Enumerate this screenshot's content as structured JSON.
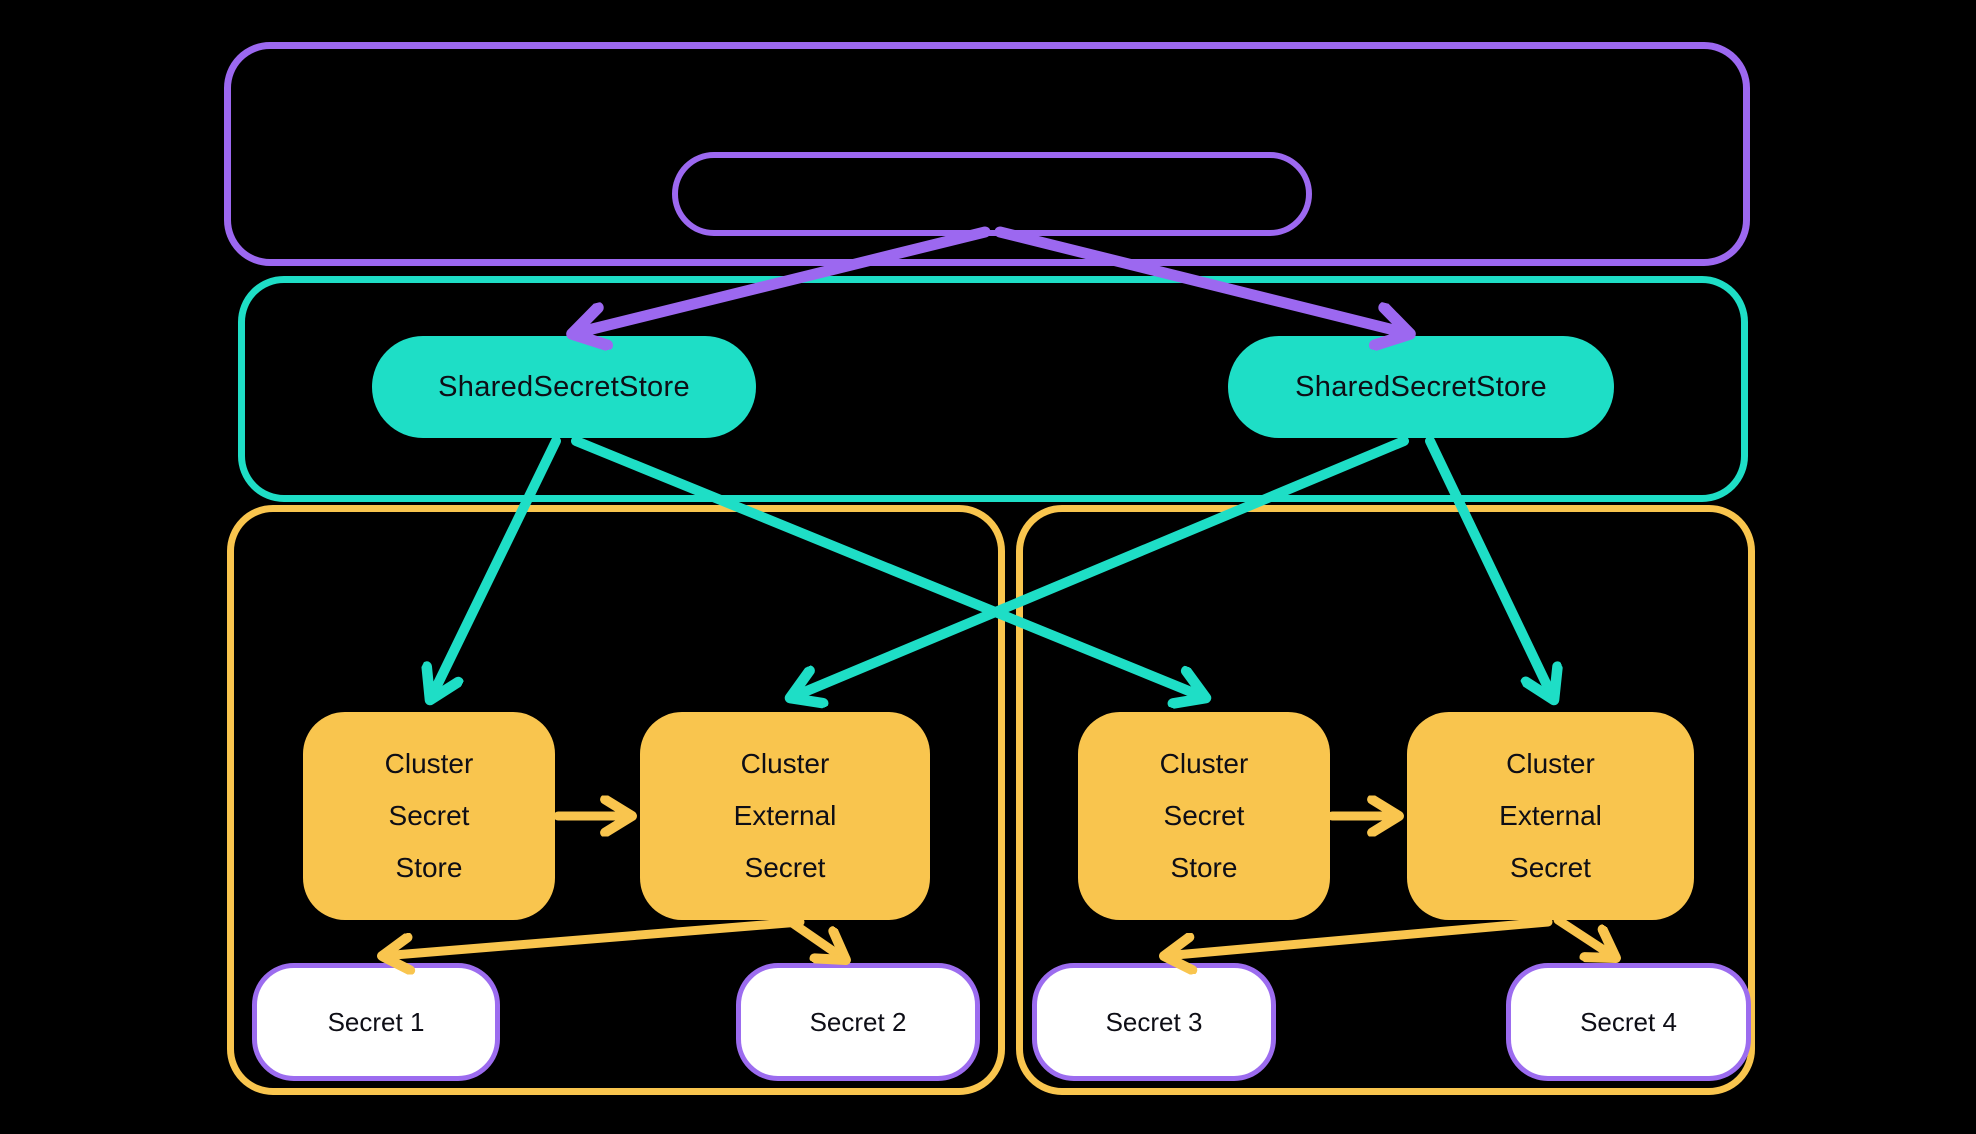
{
  "colors": {
    "background": "#000000",
    "purple": "#9C68F0",
    "teal": "#1EDEC6",
    "yellow": "#F9C54E",
    "node_text": "#0E0E16",
    "secret_fill": "#FFFFFF",
    "secret_border": "#9C6CEF"
  },
  "top_section": {
    "pill_label": ""
  },
  "shared_section": {
    "stores": [
      {
        "label": "SharedSecretStore"
      },
      {
        "label": "SharedSecretStore"
      }
    ]
  },
  "clusters": [
    {
      "secret_store_label": "Cluster\nSecret\nStore",
      "external_secret_label": "Cluster\nExternal\nSecret",
      "secrets": [
        "Secret 1",
        "Secret 2"
      ]
    },
    {
      "secret_store_label": "Cluster\nSecret\nStore",
      "external_secret_label": "Cluster\nExternal\nSecret",
      "secrets": [
        "Secret 3",
        "Secret 4"
      ]
    }
  ]
}
